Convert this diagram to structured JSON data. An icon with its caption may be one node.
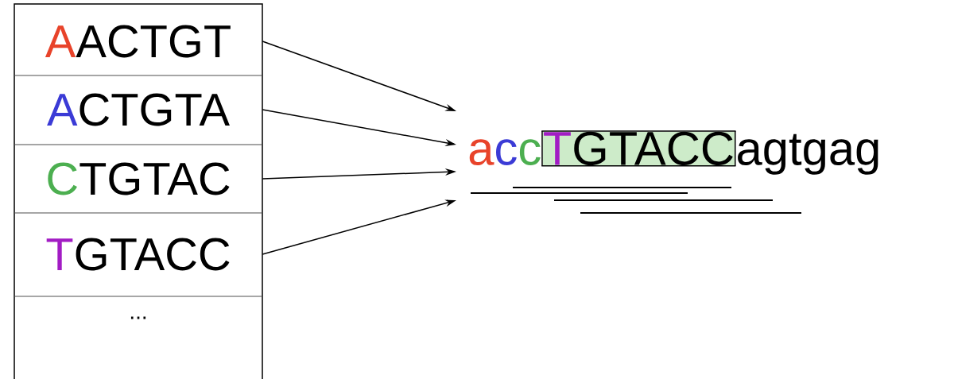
{
  "diagram": {
    "nodes": [
      {
        "text": [],
        "shape": "box"
      },
      {
        "text": [
          "A",
          "ACTGT"
        ],
        "in": 0
      },
      {
        "text": [
          "A",
          "CTGTA"
        ],
        "in": 0
      },
      {
        "text": [
          "C",
          "TGTAC"
        ],
        "in": 0
      },
      {
        "text": [
          "T",
          "GTACC"
        ],
        "in": 0
      },
      {
        "text": [
          "..."
        ],
        "in": 0
      },
      {
        "text": [
          "a",
          "c",
          "c",
          "T",
          "GTACC",
          "agtgag"
        ]
      }
    ],
    "edges": [
      {
        "from": 1,
        "to": 6,
        "arrow": "to"
      },
      {
        "from": 2,
        "to": 6,
        "arrow": "to"
      },
      {
        "from": 3,
        "to": 6,
        "arrow": "to"
      },
      {
        "from": 4,
        "to": 6,
        "arrow": "to"
      }
    ]
  }
}
